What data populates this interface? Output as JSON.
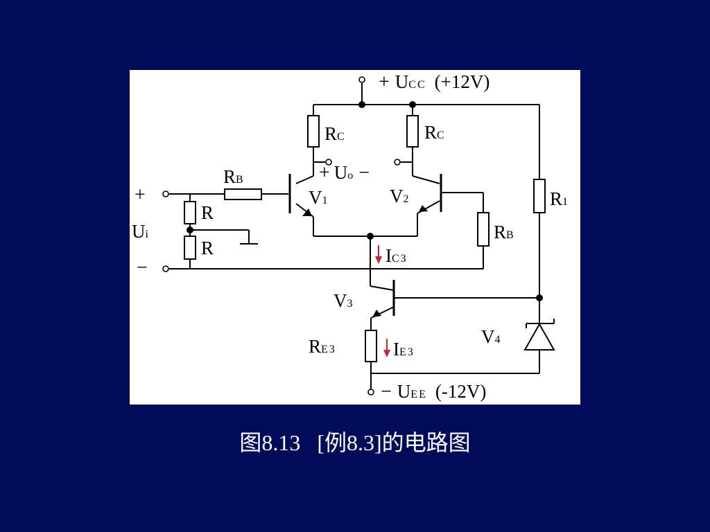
{
  "slide": {
    "caption": "图8.13   [例8.3]的电路图",
    "background_color": "#000c5a",
    "panel_color": "#ffffff",
    "current_arrow_color": "#c0282d"
  },
  "circuit": {
    "supply_pos": {
      "sign": "+",
      "symbol": "U",
      "sub": "CC",
      "value": "(+12V)"
    },
    "supply_neg": {
      "sign": "−",
      "symbol": "U",
      "sub": "EE",
      "value": "(-12V)"
    },
    "resistors": {
      "rc_left": {
        "symbol": "R",
        "sub": "C"
      },
      "rc_right": {
        "symbol": "R",
        "sub": "C"
      },
      "rb_left": {
        "symbol": "R",
        "sub": "B"
      },
      "rb_right": {
        "symbol": "R",
        "sub": "B"
      },
      "r_top": {
        "symbol": "R"
      },
      "r_bottom": {
        "symbol": "R"
      },
      "r1": {
        "symbol": "R",
        "sub": "1"
      },
      "re3": {
        "symbol": "R",
        "sub": "E3"
      }
    },
    "transistors": {
      "v1": {
        "symbol": "V",
        "sub": "1"
      },
      "v2": {
        "symbol": "V",
        "sub": "2"
      },
      "v3": {
        "symbol": "V",
        "sub": "3"
      }
    },
    "zener": {
      "symbol": "V",
      "sub": "4"
    },
    "input": {
      "plus": "+",
      "minus": "−",
      "symbol": "U",
      "sub": "i"
    },
    "output": {
      "plus": "+",
      "minus": "−",
      "symbol": "U",
      "sub": "o"
    },
    "currents": {
      "ic3": {
        "symbol": "I",
        "sub": "C3"
      },
      "ie3": {
        "symbol": "I",
        "sub": "E3"
      }
    }
  }
}
